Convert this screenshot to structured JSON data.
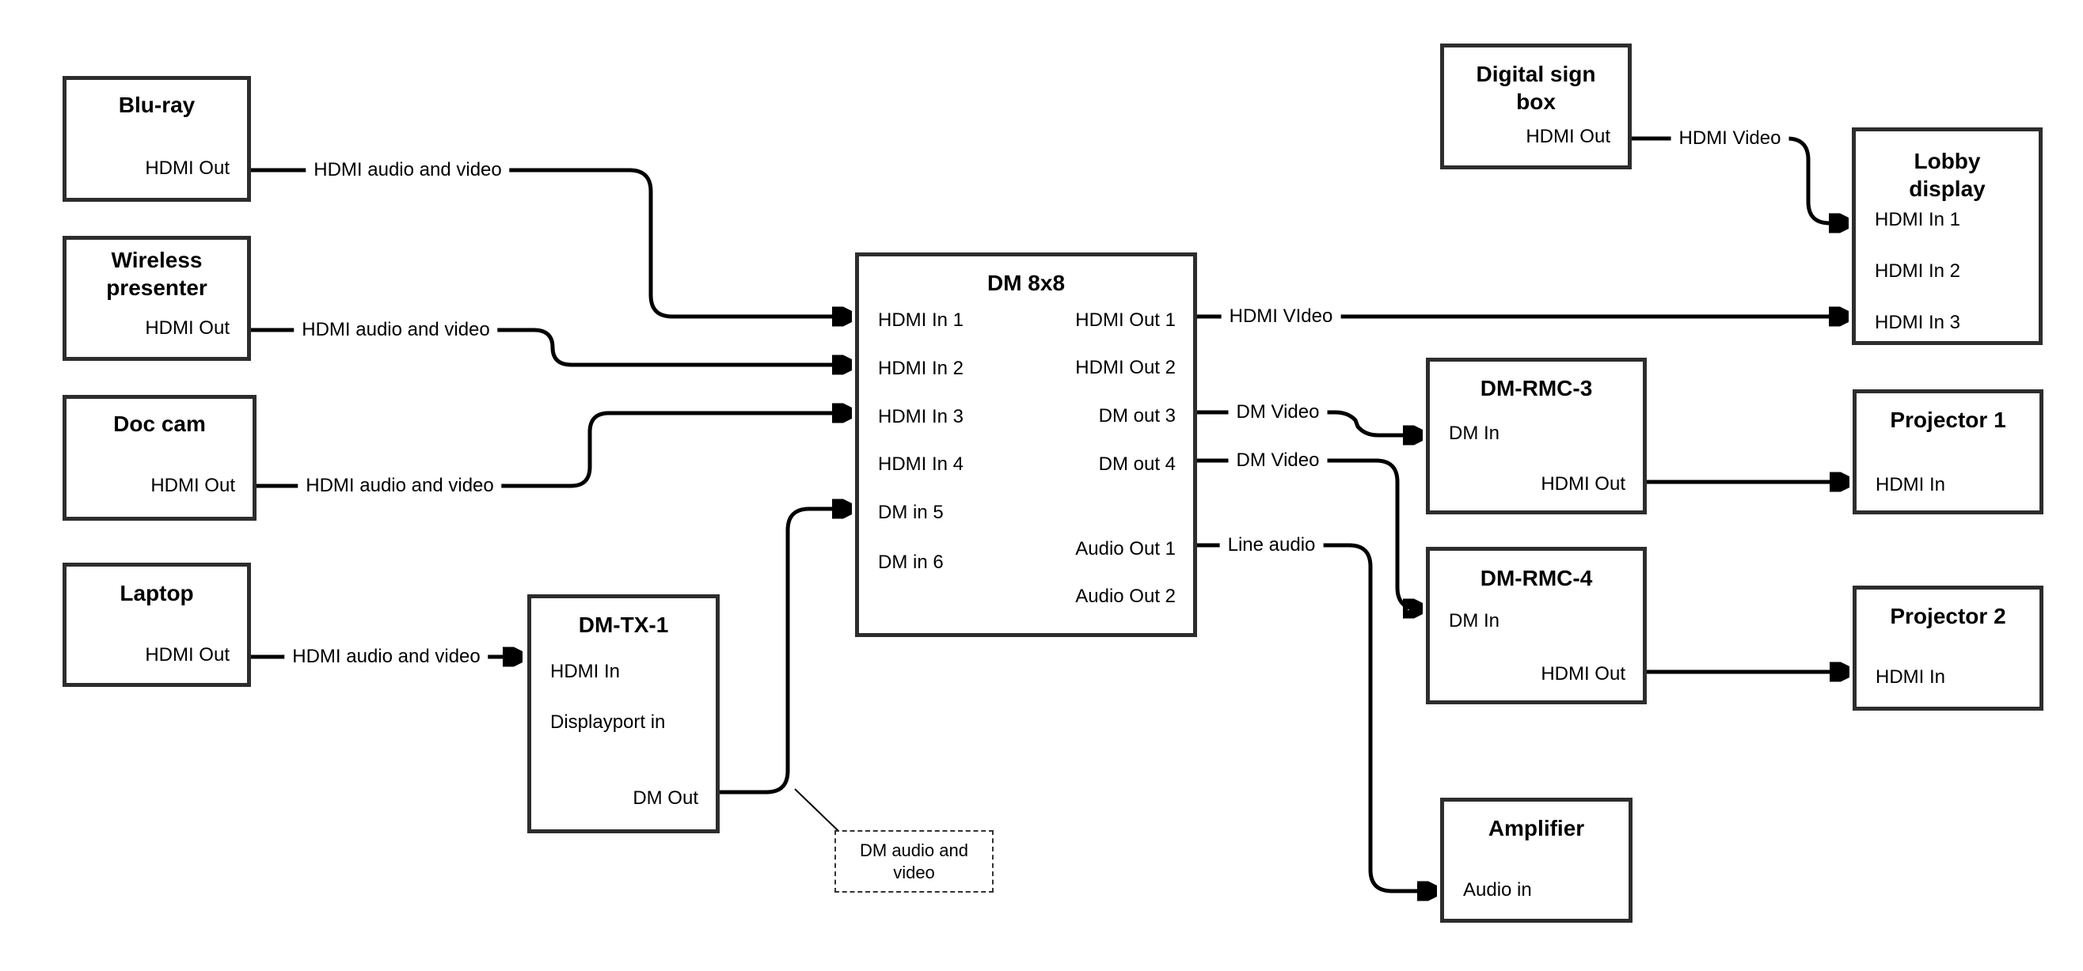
{
  "diagram": {
    "colors": {
      "wire": "#000000",
      "box_border": "#2d2d2d",
      "background": "#ffffff"
    },
    "nodes": {
      "bluray": {
        "title": "Blu-ray",
        "port": "HDMI Out"
      },
      "wireless_presenter": {
        "title": "Wireless\npresenter",
        "port": "HDMI Out"
      },
      "doc_cam": {
        "title": "Doc cam",
        "port": "HDMI Out"
      },
      "laptop": {
        "title": "Laptop",
        "port": "HDMI Out"
      },
      "dm_tx_1": {
        "title": "DM-TX-1",
        "hdmi_in": "HDMI In",
        "displayport_in": "Displayport in",
        "dm_out": "DM Out"
      },
      "dm_8x8": {
        "title": "DM 8x8",
        "inputs": [
          "HDMI In 1",
          "HDMI In 2",
          "HDMI In 3",
          "HDMI In 4",
          "DM in 5",
          "DM in 6"
        ],
        "outputs": [
          "HDMI Out 1",
          "HDMI Out 2",
          "DM out 3",
          "DM out 4",
          "Audio Out 1",
          "Audio Out 2"
        ]
      },
      "digital_sign_box": {
        "title": "Digital sign\nbox",
        "port": "HDMI Out"
      },
      "lobby_display": {
        "title": "Lobby\ndisplay",
        "inputs": [
          "HDMI In 1",
          "HDMI In 2",
          "HDMI In 3"
        ]
      },
      "dm_rmc_3": {
        "title": "DM-RMC-3",
        "dm_in": "DM In",
        "hdmi_out": "HDMI Out"
      },
      "projector_1": {
        "title": "Projector 1",
        "hdmi_in": "HDMI In"
      },
      "dm_rmc_4": {
        "title": "DM-RMC-4",
        "dm_in": "DM In",
        "hdmi_out": "HDMI Out"
      },
      "projector_2": {
        "title": "Projector 2",
        "hdmi_in": "HDMI In"
      },
      "amplifier": {
        "title": "Amplifier",
        "audio_in": "Audio in"
      }
    },
    "edge_labels": {
      "bluray_to_dm8x8": "HDMI audio and video",
      "wireless_to_dm8x8": "HDMI audio and video",
      "doccam_to_dm8x8": "HDMI audio and video",
      "laptop_to_dmtx1": "HDMI audio and video",
      "hdmiout1_to_lobby": "HDMI VIdeo",
      "dmout3_to_rmc3": "DM Video",
      "dmout4_to_rmc4": "DM Video",
      "audioout1_to_amp": "Line audio",
      "sign_to_lobby": "HDMI Video"
    },
    "note": "DM audio and video"
  }
}
